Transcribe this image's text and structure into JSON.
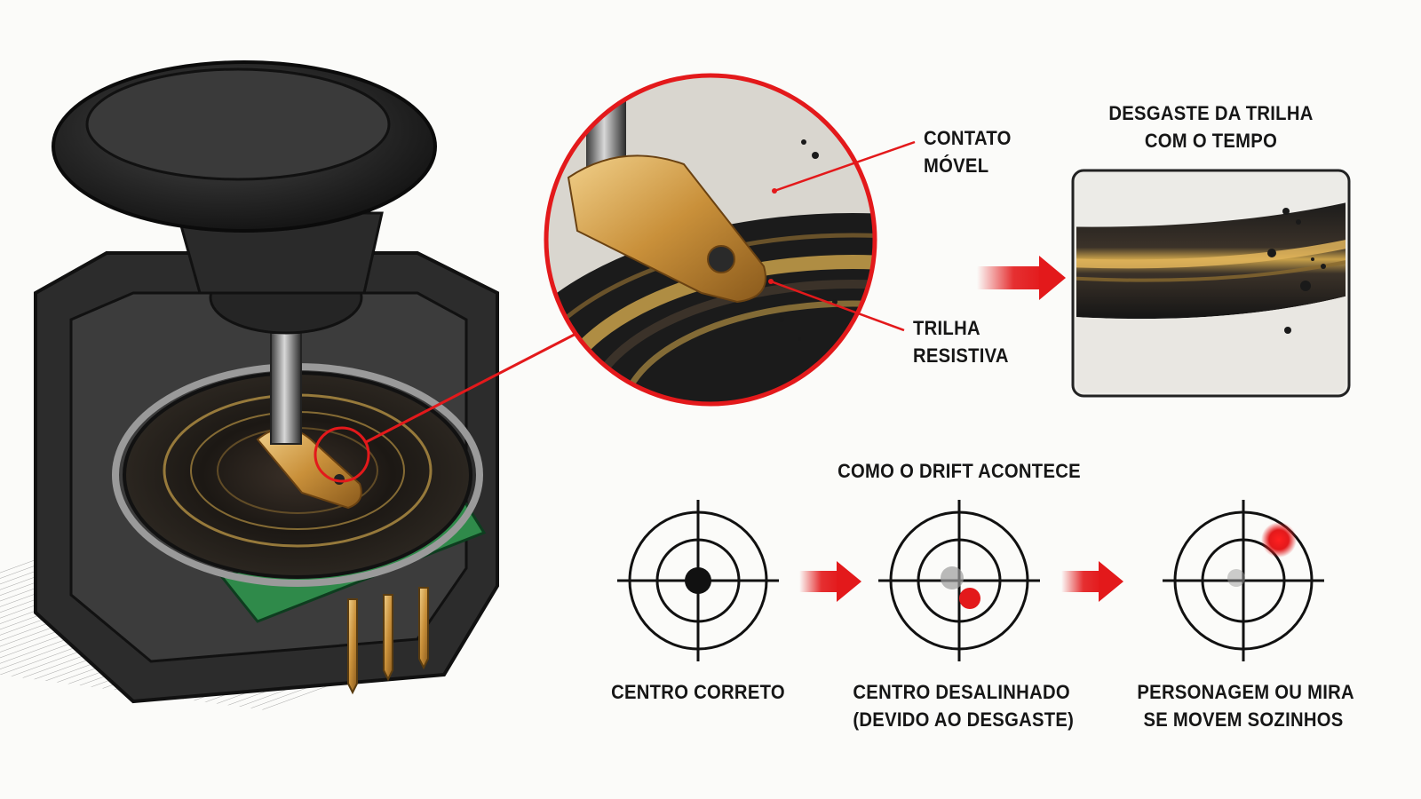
{
  "colors": {
    "accent_red": "#e3191b",
    "ink": "#161616",
    "brass": "#c9a14a",
    "pcb_green": "#2f8a4a"
  },
  "callouts": {
    "moving_contact": [
      "CONTATO",
      "MÓVEL"
    ],
    "resistive_track": [
      "TRILHA",
      "RESISTIVA"
    ]
  },
  "wear_panel": {
    "title": [
      "DESGASTE DA TRILHA",
      "COM O TEMPO"
    ]
  },
  "drift": {
    "title": "COMO O DRIFT ACONTECE",
    "steps": [
      {
        "caption": [
          "CENTRO CORRETO"
        ],
        "icon": "crosshair-centered-icon"
      },
      {
        "caption": [
          "CENTRO DESALINHADO",
          "(DEVIDO AO DESGASTE)"
        ],
        "icon": "crosshair-offset-icon"
      },
      {
        "caption": [
          "PERSONAGEM OU MIRA",
          "SE MOVEM SOZINHOS"
        ],
        "icon": "crosshair-drift-icon"
      }
    ]
  }
}
